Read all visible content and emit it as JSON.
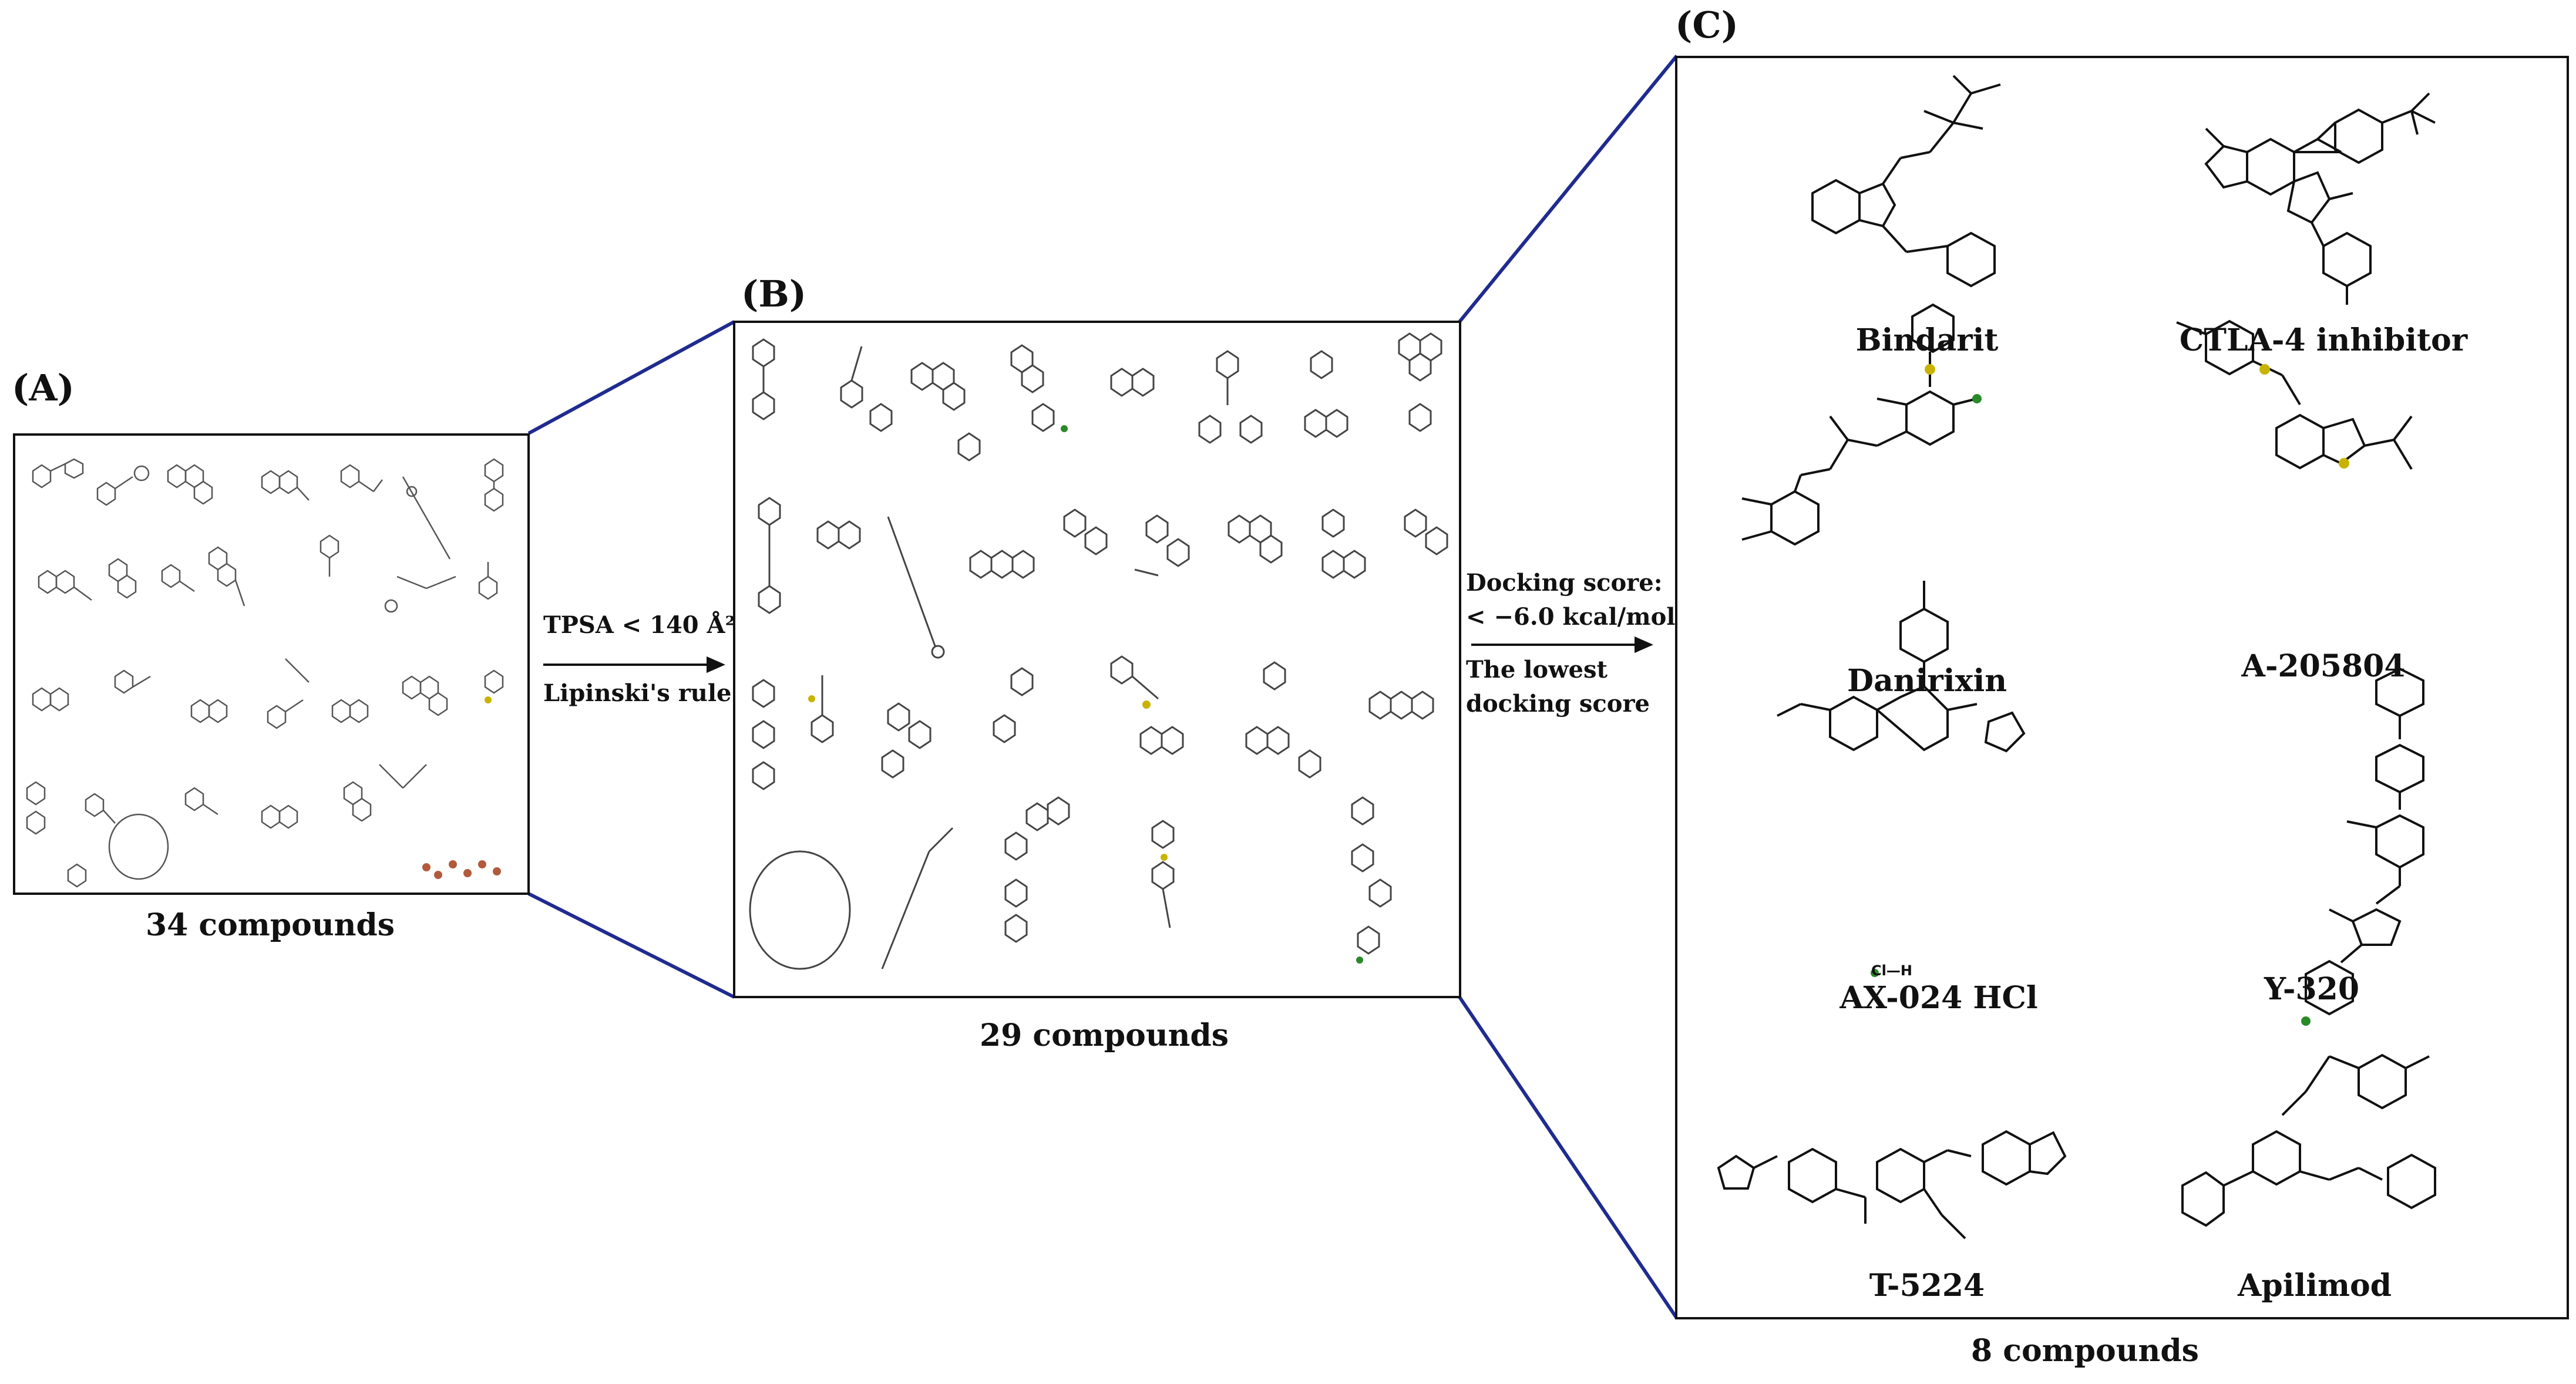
{
  "panels": {
    "a": {
      "letter": "(A)",
      "count_label": "34 compounds"
    },
    "b": {
      "letter": "(B)",
      "count_label": "29 compounds"
    },
    "c": {
      "letter": "(C)",
      "count_label": "8 compounds",
      "compounds": [
        {
          "name": "Bindarit"
        },
        {
          "name": "CTLA-4 inhibitor"
        },
        {
          "name": "Danirixin"
        },
        {
          "name": "A-205804"
        },
        {
          "name": "AX-024 HCl"
        },
        {
          "name": "Y-320"
        },
        {
          "name": "T-5224"
        },
        {
          "name": "Apilimod"
        }
      ]
    }
  },
  "steps": {
    "filter_1": {
      "line1": "TPSA < 140 Å²",
      "line2": "Lipinski's rule"
    },
    "filter_2": {
      "line1": "Docking score:",
      "line2": "< −6.0 kcal/mol",
      "line3": "The lowest",
      "line4": "docking score"
    }
  },
  "atom_labels": {
    "hcl": "Cl—H"
  },
  "colors": {
    "connector": "#1f2b8f",
    "ink": "#111111",
    "sulfur": "#c8b400",
    "halogen": "#2a8a2a"
  }
}
